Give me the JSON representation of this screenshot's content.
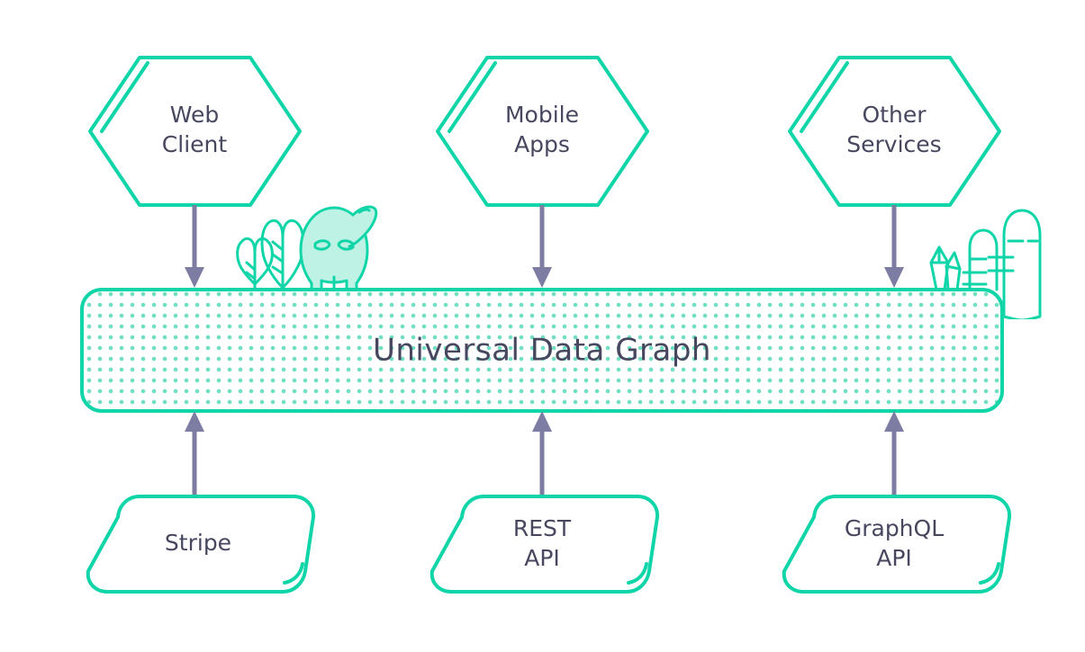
{
  "diagram": {
    "title": "Universal Data Graph",
    "center_bar": {
      "label": "Universal Data Graph",
      "fill_pattern": "dotted",
      "border_color": "#10d5a8",
      "dot_color": "#6fe0c4",
      "text_color": "#474760"
    },
    "colors": {
      "teal": "#10d5a8",
      "teal_light": "#bdf2e4",
      "dot": "#6fe0c4",
      "arrow_purple": "#7d7da3",
      "text_navy": "#474760",
      "background": "#ffffff"
    },
    "clients": [
      {
        "id": "web-client",
        "line1": "Web",
        "line2": "Client",
        "shape": "hexagon"
      },
      {
        "id": "mobile-apps",
        "line1": "Mobile",
        "line2": "Apps",
        "shape": "hexagon"
      },
      {
        "id": "other-services",
        "line1": "Other",
        "line2": "Services",
        "shape": "hexagon"
      }
    ],
    "sources": [
      {
        "id": "stripe",
        "line1": "Stripe",
        "line2": "",
        "shape": "skewed-rounded-rect"
      },
      {
        "id": "rest-api",
        "line1": "REST",
        "line2": "API",
        "shape": "skewed-rounded-rect"
      },
      {
        "id": "graphql-api",
        "line1": "GraphQL",
        "line2": "API",
        "shape": "skewed-rounded-rect"
      }
    ],
    "arrows": {
      "top_direction": "down",
      "bottom_direction": "up",
      "count_top": 3,
      "count_bottom": 3
    },
    "decorations": [
      {
        "id": "alien-mascot",
        "name": "alien-mascot-icon",
        "position": "left-of-center-bar"
      },
      {
        "id": "trees",
        "name": "trees-icon",
        "position": "left-of-center-bar"
      },
      {
        "id": "crystals",
        "name": "crystal-cluster-icon",
        "position": "right-of-center-bar"
      },
      {
        "id": "rock-small",
        "name": "rock-small-icon",
        "position": "right-of-center-bar"
      },
      {
        "id": "rock-large",
        "name": "rock-large-icon",
        "position": "right-of-center-bar"
      }
    ]
  }
}
